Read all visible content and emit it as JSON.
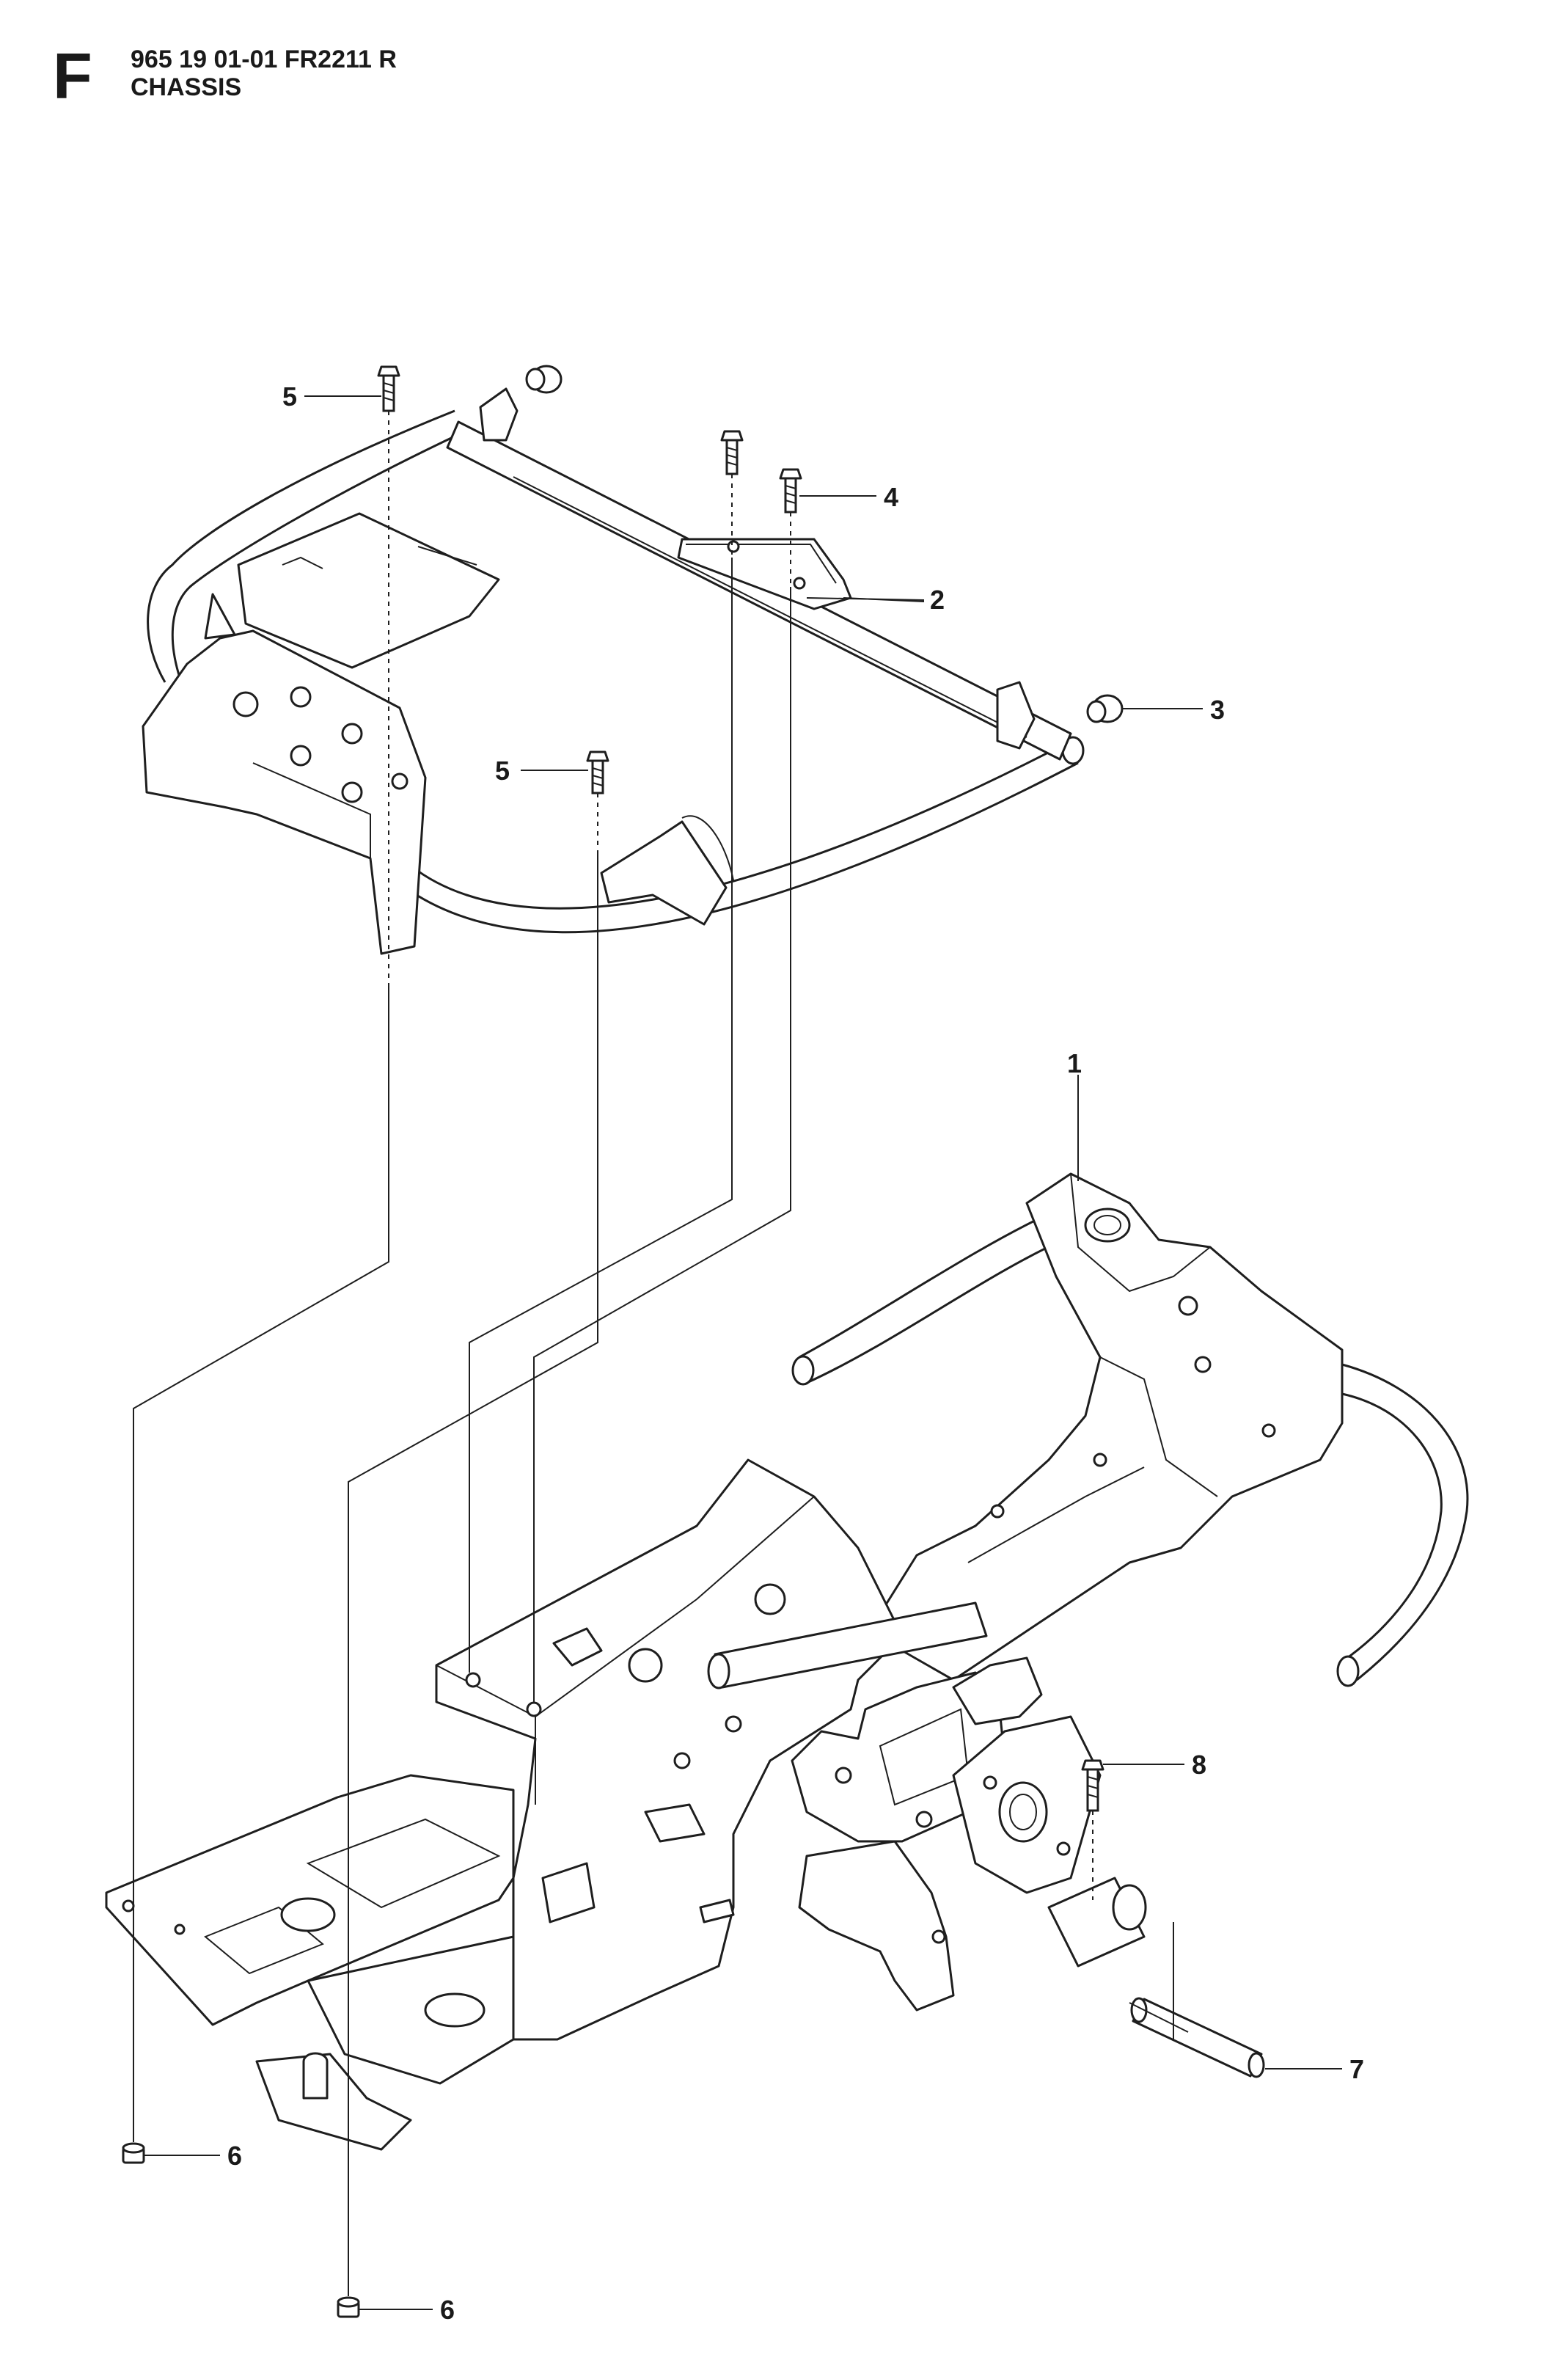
{
  "header": {
    "section_letter": "F",
    "model": "965 19 01-01 FR2211 R",
    "title": "CHASSIS"
  },
  "callouts": {
    "c1": "1",
    "c2": "2",
    "c3": "3",
    "c4": "4",
    "c5a": "5",
    "c5b": "5",
    "c6a": "6",
    "c6b": "6",
    "c7": "7",
    "c8": "8"
  }
}
